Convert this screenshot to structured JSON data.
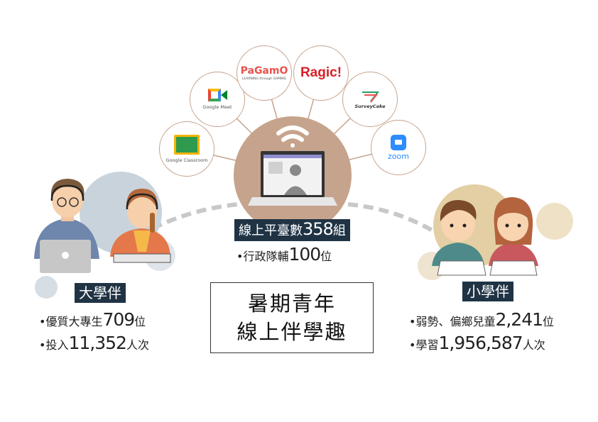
{
  "platforms": {
    "google_classroom": "Google Classroom",
    "google_meet": "Google Meet",
    "pagamo": "PaGamO",
    "pagamo_tagline": "LEARNING through GAMING",
    "ragic": "Ragic!",
    "surveycake": "SurveyCake",
    "zoom": "zoom"
  },
  "center": {
    "platform_label": "線上平臺數",
    "platform_count": "358",
    "platform_unit": "組",
    "staff_label": "•行政隊輔",
    "staff_count": "100",
    "staff_unit": "位"
  },
  "title": {
    "line1": "暑期青年",
    "line2": "線上伴學趣"
  },
  "left": {
    "label": "大學伴",
    "stat1_label": "•優質大專生",
    "stat1_value": "709",
    "stat1_unit": "位",
    "stat2_label": "•投入",
    "stat2_value": "11,352",
    "stat2_unit": "人次"
  },
  "right": {
    "label": "小學伴",
    "stat1_label": "•弱勢、偏鄉兒童",
    "stat1_value": "2,241",
    "stat1_unit": "位",
    "stat2_label": "•學習",
    "stat2_value": "1,956,587",
    "stat2_unit": "人次"
  },
  "colors": {
    "accent_brown": "#c6a38c",
    "label_bg": "#1f3344",
    "left_circle": "#c9d3db",
    "right_circle": "#e3cfa3"
  }
}
